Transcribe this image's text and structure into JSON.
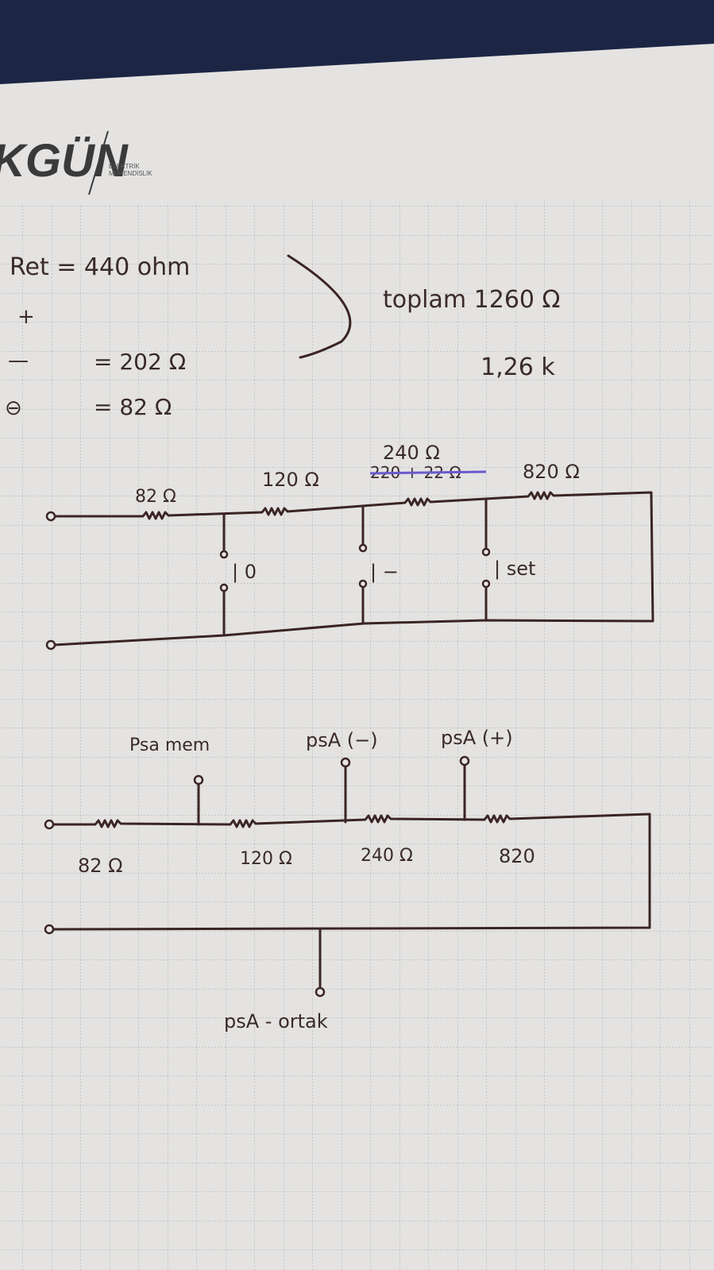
{
  "logo": {
    "brand": "KGÜN",
    "subtitle_line1": "ELEKTRİK",
    "subtitle_line2": "MÜHENDİSLİK"
  },
  "notes": {
    "ret": "Ret = 440 ohm",
    "plus": "+",
    "minus": "—",
    "minus_val": "= 202 Ω",
    "circle_minus": "⊖",
    "circle_minus_val": "= 82 Ω",
    "total": "toplam 1260 Ω",
    "total_k": "1,26 k"
  },
  "circuit1": {
    "resistors": [
      {
        "label": "82 Ω"
      },
      {
        "label": "120 Ω"
      },
      {
        "label": "240 Ω",
        "struck_note": "220 + 22 Ω"
      },
      {
        "label": "820 Ω"
      }
    ],
    "switches": [
      {
        "label": "| 0"
      },
      {
        "label": "| −"
      },
      {
        "label": "| set"
      }
    ]
  },
  "circuit2": {
    "taps": [
      {
        "label": "Psa mem"
      },
      {
        "label": "psA (−)"
      },
      {
        "label": "psA (+)"
      }
    ],
    "resistors": [
      {
        "label": "82 Ω"
      },
      {
        "label": "120 Ω"
      },
      {
        "label": "240 Ω"
      },
      {
        "label": "820"
      }
    ],
    "common": {
      "label": "psA - ortak"
    }
  }
}
